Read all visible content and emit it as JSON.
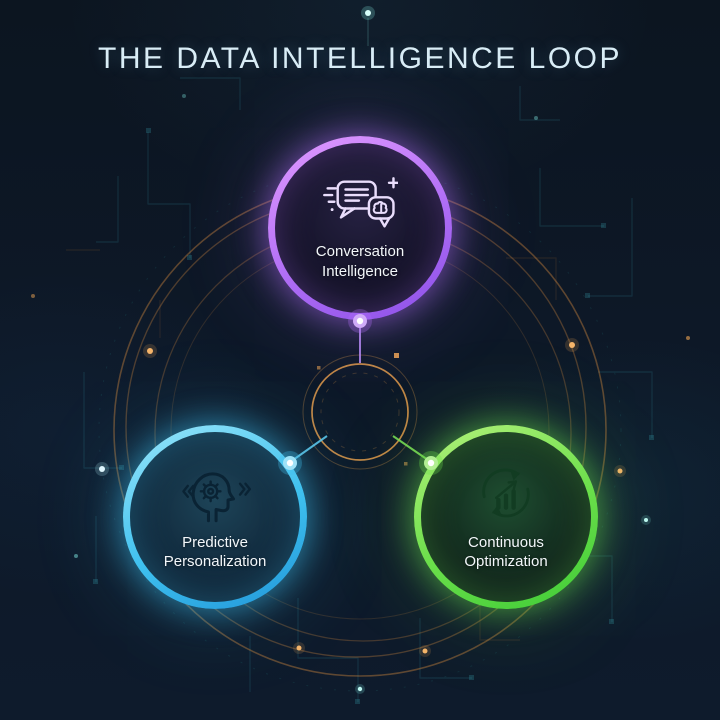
{
  "title": "THE DATA INTELLIGENCE LOOP",
  "nodes": [
    {
      "id": "conversation-intelligence",
      "label": "Conversation\nIntelligence",
      "accent_color": "#b06ef5",
      "icon": "chat-bubbles-brain-icon"
    },
    {
      "id": "predictive-personalization",
      "label": "Predictive\nPersonalization",
      "accent_color": "#3fc1ef",
      "icon": "head-gear-arrows-icon"
    },
    {
      "id": "continuous-optimization",
      "label": "Continuous\nOptimization",
      "accent_color": "#6ade4a",
      "icon": "chart-cycle-arrows-icon"
    }
  ],
  "colors": {
    "background": "#0d1726",
    "title_text": "#d9edf6",
    "orbit_rings": "#d98c3f",
    "hub_ring": "#e09a4a",
    "label_text": "#f3f7fa",
    "purple_accent": "#b06ef5",
    "cyan_accent": "#3fc1ef",
    "green_accent": "#6ade4a"
  }
}
